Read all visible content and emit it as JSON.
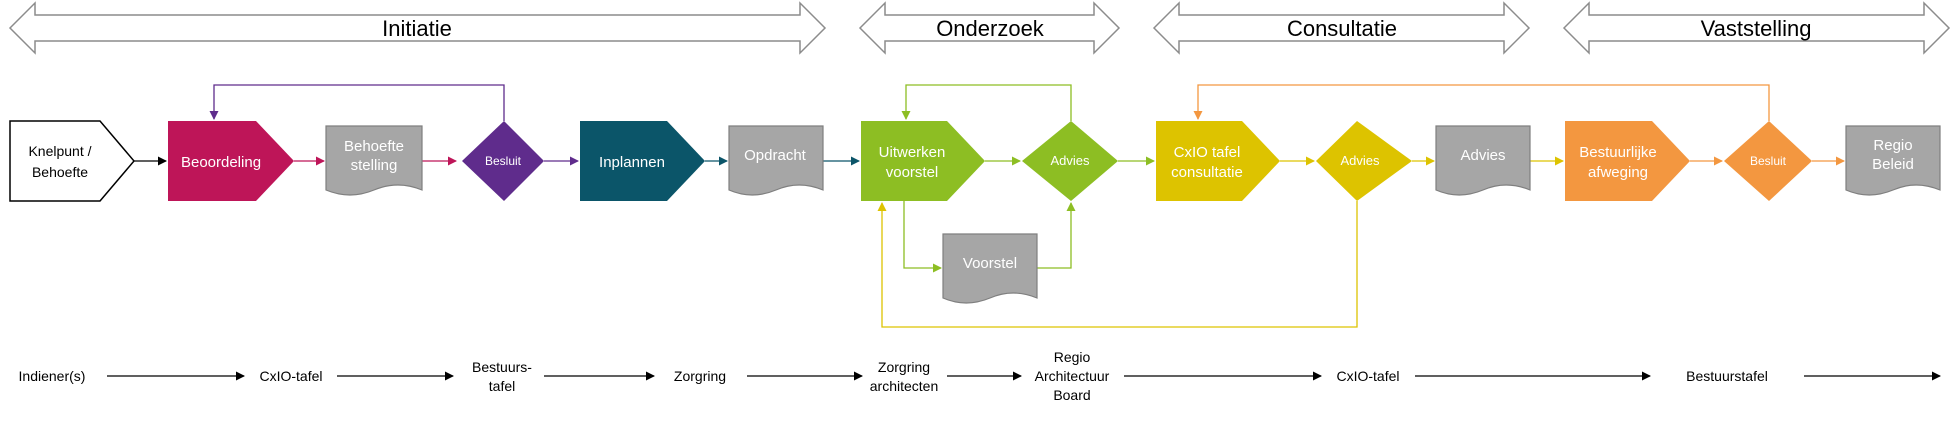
{
  "phases": [
    {
      "label": "Initiatie"
    },
    {
      "label": "Onderzoek"
    },
    {
      "label": "Consultatie"
    },
    {
      "label": "Vaststelling"
    }
  ],
  "nodes": {
    "knelpunt": [
      "Knelpunt /",
      "Behoefte"
    ],
    "beoordeling": [
      "Beoordeling"
    ],
    "behoefte_stelling": [
      "Behoefte",
      "stelling"
    ],
    "besluit_1": [
      "Besluit"
    ],
    "inplannen": [
      "Inplannen"
    ],
    "opdracht": [
      "Opdracht"
    ],
    "uitwerken_voorstel": [
      "Uitwerken",
      "voorstel"
    ],
    "advies_1": [
      "Advies"
    ],
    "voorstel": [
      "Voorstel"
    ],
    "cxio_consultatie": [
      "CxIO tafel",
      "consultatie"
    ],
    "advies_2": [
      "Advies"
    ],
    "advies_doc": [
      "Advies"
    ],
    "bestuurlijke_afweging": [
      "Bestuurlijke",
      "afweging"
    ],
    "besluit_2": [
      "Besluit"
    ],
    "regio_beleid": [
      "Regio",
      "Beleid"
    ]
  },
  "actors": [
    [
      "Indiener(s)"
    ],
    [
      "CxIO-tafel"
    ],
    [
      "Bestuurs-",
      "tafel"
    ],
    [
      "Zorgring"
    ],
    [
      "Zorgring",
      "architecten"
    ],
    [
      "Regio",
      "Architectuur",
      "Board"
    ],
    [
      "CxIO-tafel"
    ],
    [
      "Bestuurstafel"
    ]
  ],
  "colors": {
    "magenta": "#BE1558",
    "purple": "#5F2C8C",
    "teal": "#0B5569",
    "green": "#8DBE23",
    "yellow": "#DDC300",
    "orange": "#F39740",
    "grey": "#A6A6A6",
    "outline": "#8C8C8C"
  }
}
